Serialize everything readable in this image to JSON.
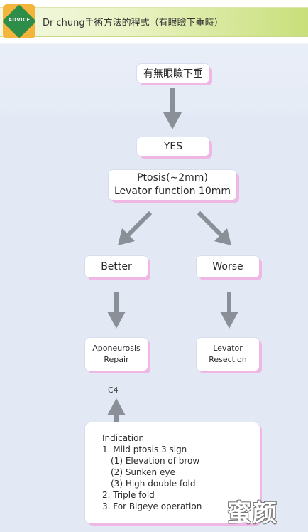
{
  "header": {
    "badge": "ADVICE",
    "title": "Dr chung手術方法的程式（有眼瞼下垂時）"
  },
  "flow": {
    "start": "有無眼瞼下垂",
    "yes": "YES",
    "ptosis_line1": "Ptosis(∼2mm)",
    "ptosis_line2": "Levator function 10mm",
    "better": "Better",
    "worse": "Worse",
    "apo_line1": "Aponeurosis",
    "apo_line2": "Repair",
    "lev_line1": "Levator",
    "lev_line2": "Resection",
    "c4": "C4"
  },
  "indication": {
    "title": "Indication",
    "items": [
      "1. Mild ptosis 3 sign",
      "(1) Elevation of brow",
      "(2) Sunken eye",
      "(3) High double fold",
      "2. Triple fold",
      "3. For Bigeye operation"
    ]
  },
  "watermark": "蜜颜",
  "colors": {
    "arrow": "#8a8f98",
    "shadow": "#eeb7e4",
    "badge": "#f4b53c",
    "badge_diamond": "#2e8d49"
  }
}
